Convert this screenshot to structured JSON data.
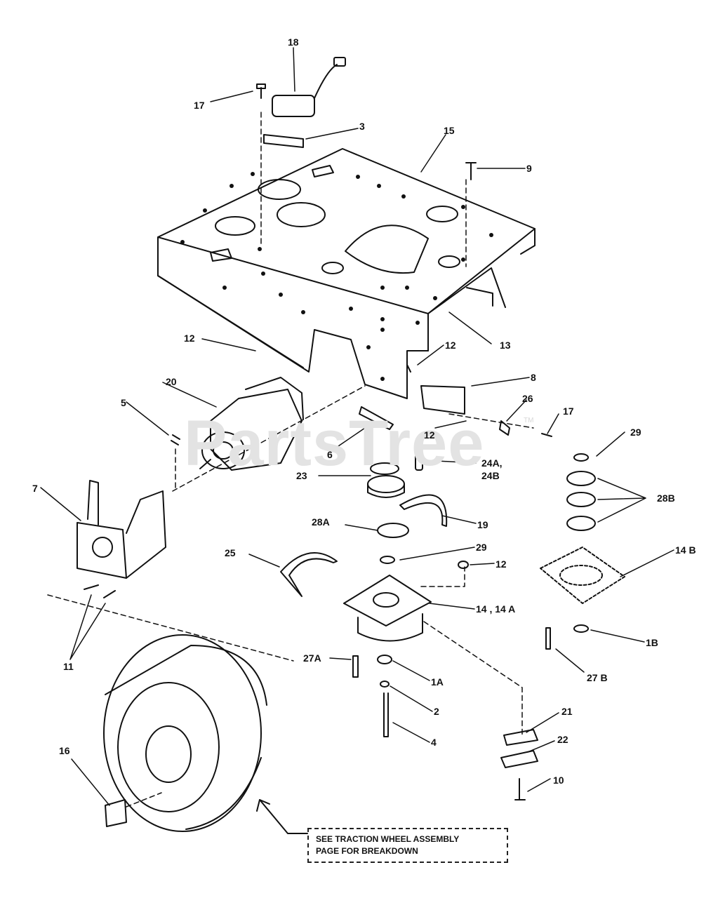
{
  "watermark": "PartsTree",
  "watermark_mark": "TM",
  "note": {
    "line1": "SEE TRACTION WHEEL ASSEMBLY",
    "line2": "PAGE FOR BREAKDOWN"
  },
  "labels": {
    "p18": "18",
    "p17a": "17",
    "p3": "3",
    "p15": "15",
    "p9": "9",
    "p12a": "12",
    "p13": "13",
    "p12b": "12",
    "p20": "20",
    "p8": "8",
    "p5": "5",
    "p26": "26",
    "p17b": "17",
    "p12c": "12",
    "p29a": "29",
    "p6": "6",
    "p7": "7",
    "p23": "23",
    "p24": "24A,",
    "p24b": "24B",
    "p28b": "28B",
    "p19": "19",
    "p28a": "28A",
    "p29b": "29",
    "p12d": "12",
    "p14b": "14 B",
    "p25": "25",
    "p14": "14 , 14 A",
    "p11": "11",
    "p27a": "27A",
    "p1a": "1A",
    "p1b": "1B",
    "p27b": "27 B",
    "p2": "2",
    "p4": "4",
    "p16": "16",
    "p21": "21",
    "p22": "22",
    "p10": "10"
  }
}
